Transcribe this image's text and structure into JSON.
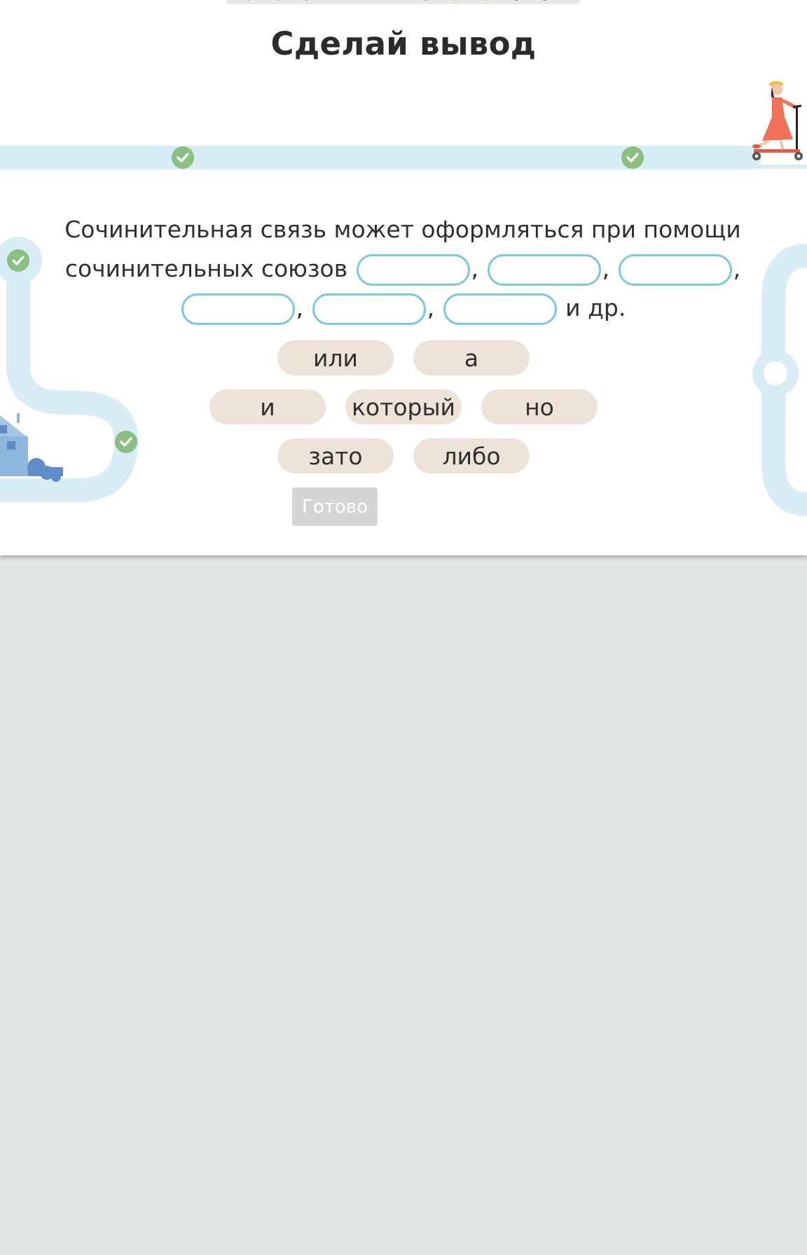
{
  "header": {
    "title": "Сделай вывод"
  },
  "exercise": {
    "sentence_line1": "Сочинительная связь может оформляться при помощи",
    "sentence_lead": "сочинительных союзов",
    "comma": ",",
    "sentence_tail": "и др.",
    "blank_count": 6
  },
  "word_bank": {
    "row1": [
      "или",
      "а"
    ],
    "row2": [
      "и",
      "который",
      "но"
    ],
    "row3": [
      "зато",
      "либо"
    ]
  },
  "actions": {
    "done_label": "Готово",
    "done_enabled": false
  },
  "colors": {
    "road": "#d9edf7",
    "check": "#8cbf82",
    "slot_border": "#7ec7dd",
    "chip_bg": "#eee3d8",
    "house": "#8fb7de",
    "bush": "#5f8bc9",
    "scooter_girl_dress": "#f07058",
    "page_bg": "#e3e4e4"
  },
  "icons": {
    "progress_checkpoints": [
      "check-icon",
      "check-icon"
    ],
    "path_checkpoints": [
      "check-icon",
      "check-icon"
    ],
    "decor": [
      "house-icon",
      "scooter-girl-icon"
    ]
  }
}
